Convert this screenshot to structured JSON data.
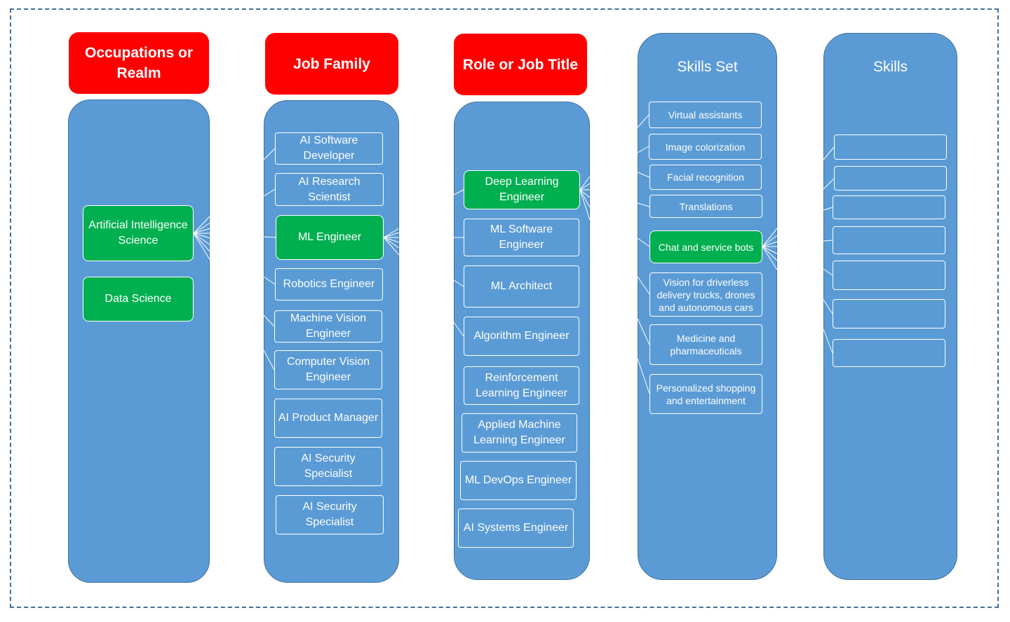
{
  "headers": {
    "occupations": "Occupations or Realm",
    "job_family": "Job Family",
    "role": "Role or Job Title",
    "skills_set": "Skills Set",
    "skills": "Skills"
  },
  "occupations": [
    "Artificial Intelligence Science",
    "Data Science"
  ],
  "job_family": [
    "AI Software Developer",
    "AI Research Scientist",
    "ML Engineer",
    "Robotics Engineer",
    "Machine Vision Engineer",
    "Computer Vision Engineer",
    "AI Product Manager",
    "AI Security Specialist",
    "AI Security Specialist"
  ],
  "roles": [
    "Deep Learning Engineer",
    "ML Software Engineer",
    "ML Architect",
    "Algorithm Engineer",
    "Reinforcement Learning Engineer",
    "Applied Machine Learning Engineer",
    "ML DevOps Engineer",
    "AI Systems Engineer"
  ],
  "skills_set": [
    "Virtual assistants",
    "Image colorization",
    "Facial recognition",
    "Translations",
    "Chat and service bots",
    "Vision for driverless delivery trucks, drones and autonomous cars",
    "Medicine and pharmaceuticals",
    "Personalized shopping and entertainment"
  ],
  "colors": {
    "header_red": "#ff0000",
    "column_blue": "#5b9bd5",
    "highlight_green": "#00b050",
    "border_dark_blue": "#41719c"
  }
}
